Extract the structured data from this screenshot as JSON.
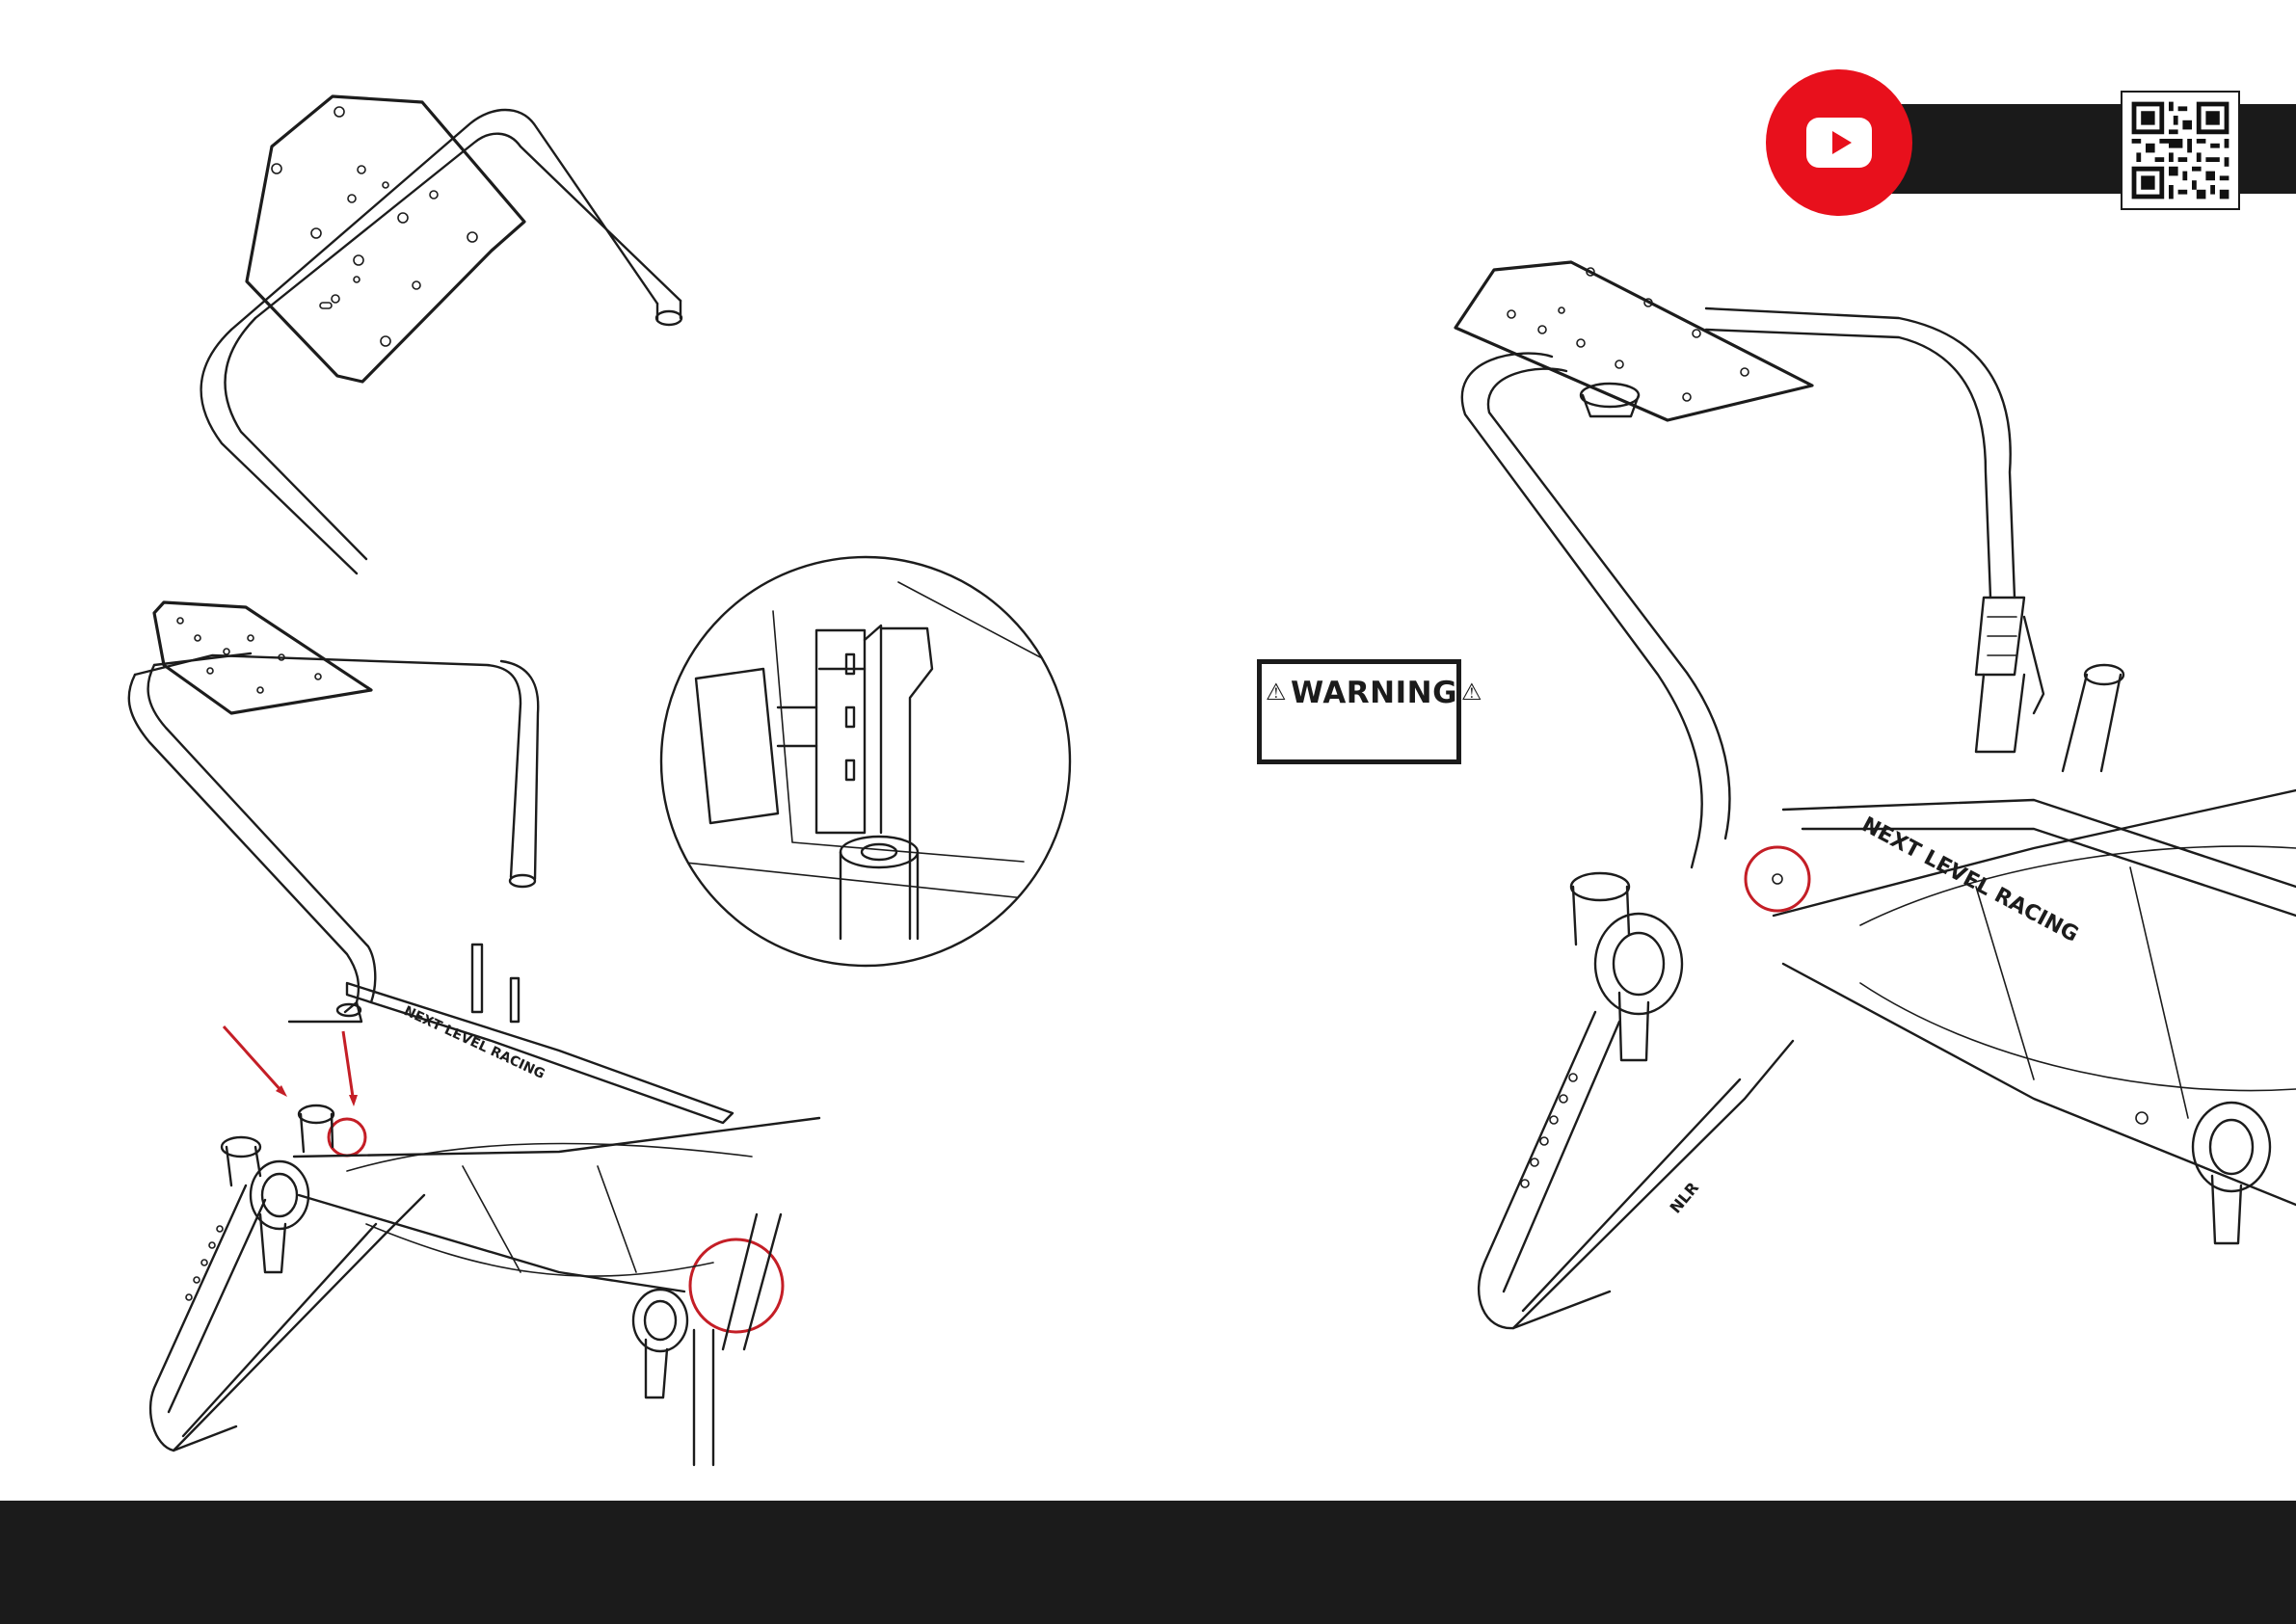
{
  "warning": {
    "title": "WARNING",
    "icon": "warning-triangle-icon"
  },
  "video": {
    "icon": "youtube-play-icon",
    "brand_color": "#e8101c",
    "qr_icon": "qr-code-icon"
  },
  "product": {
    "frame_label_1": "NEXT LEVEL RACING",
    "frame_label_2": "NEXT LEVEL RACING",
    "badge": "NLR"
  },
  "colors": {
    "accent": "#c41e26",
    "footer": "#1b1b1b"
  }
}
